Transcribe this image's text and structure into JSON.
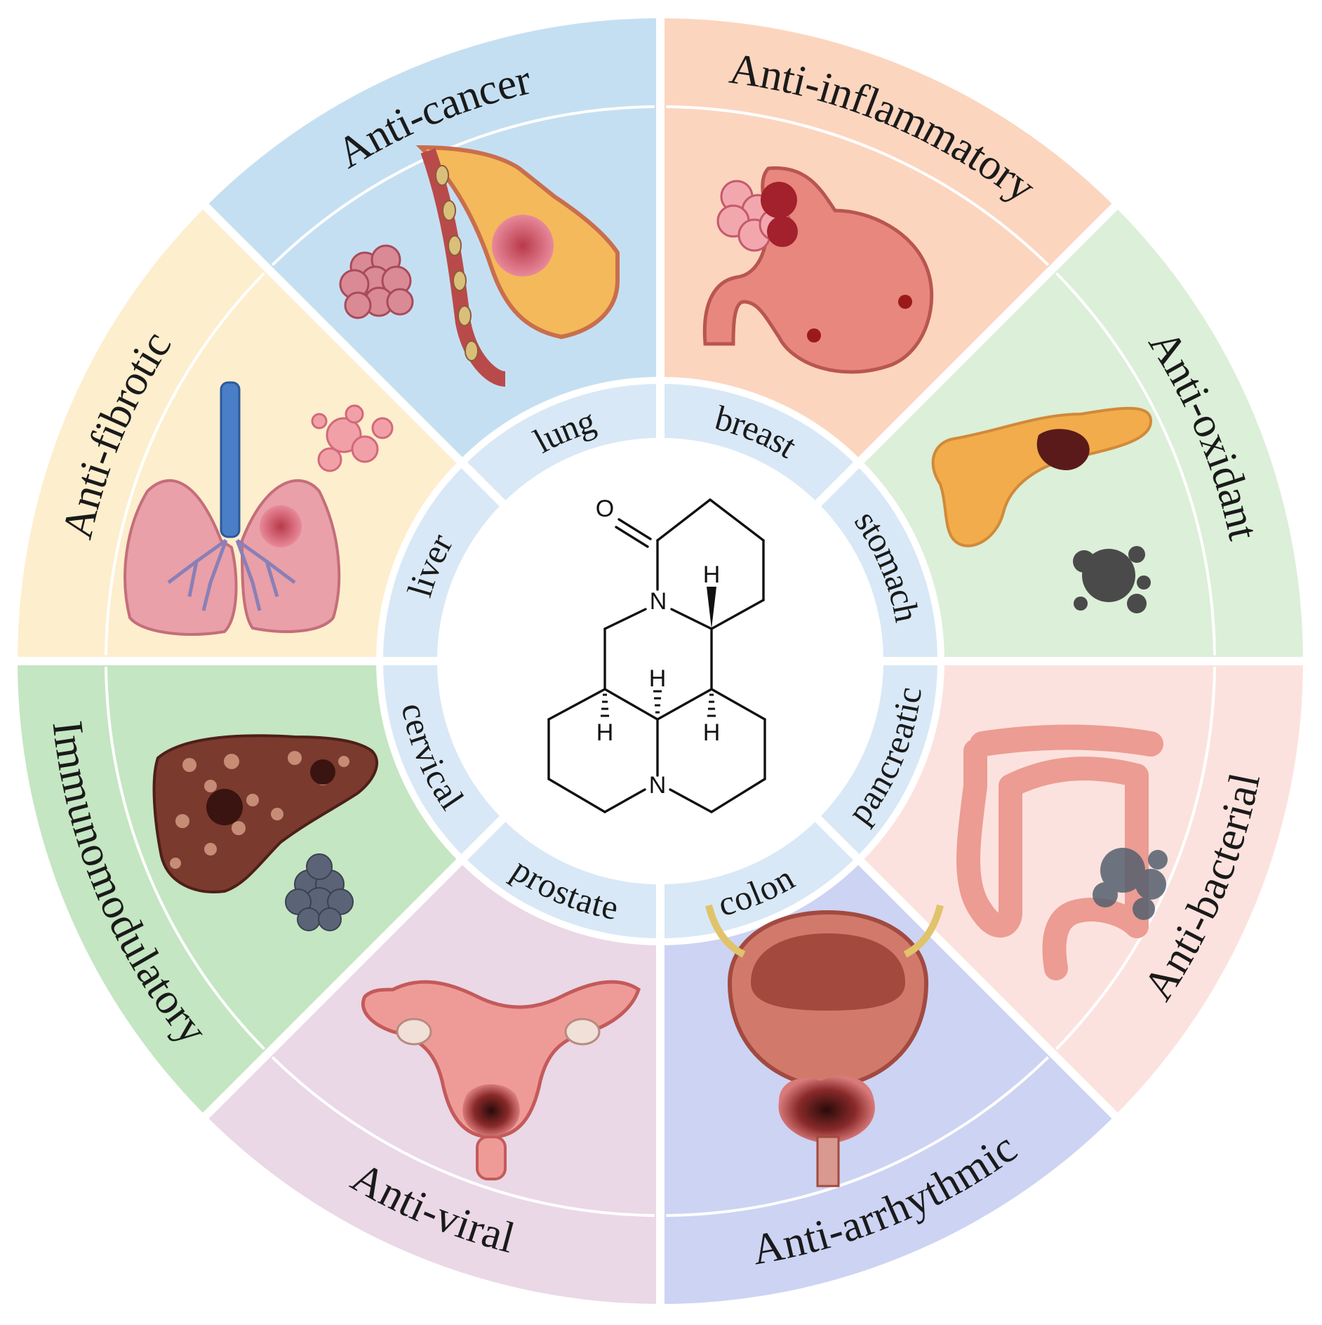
{
  "sectors": [
    {
      "activity": "Anti-inflammatory",
      "organ": "breast",
      "color": "#fcd5bf"
    },
    {
      "activity": "Anti-oxidant",
      "organ": "stomach",
      "color": "#dcefd8"
    },
    {
      "activity": "Anti-bacterial",
      "organ": "pancreatic",
      "color": "#fce2de"
    },
    {
      "activity": "Anti-arrhythmic",
      "organ": "colon",
      "color": "#cdd3f3"
    },
    {
      "activity": "Anti-viral",
      "organ": "prostate",
      "color": "#ead8e6"
    },
    {
      "activity": "Immunomodulatory",
      "organ": "cervical",
      "color": "#c4e6c2"
    },
    {
      "activity": "Anti-fibrotic",
      "organ": "liver",
      "color": "#fdeecd"
    },
    {
      "activity": "Anti-cancer",
      "organ": "lung",
      "color": "#c5dff2"
    }
  ],
  "organ_ring_color": "#d8e8f6",
  "center": {
    "atoms": {
      "oxygen": "O",
      "nitrogen_amide": "N",
      "nitrogen_amine": "N",
      "hydrogen": "H"
    }
  }
}
